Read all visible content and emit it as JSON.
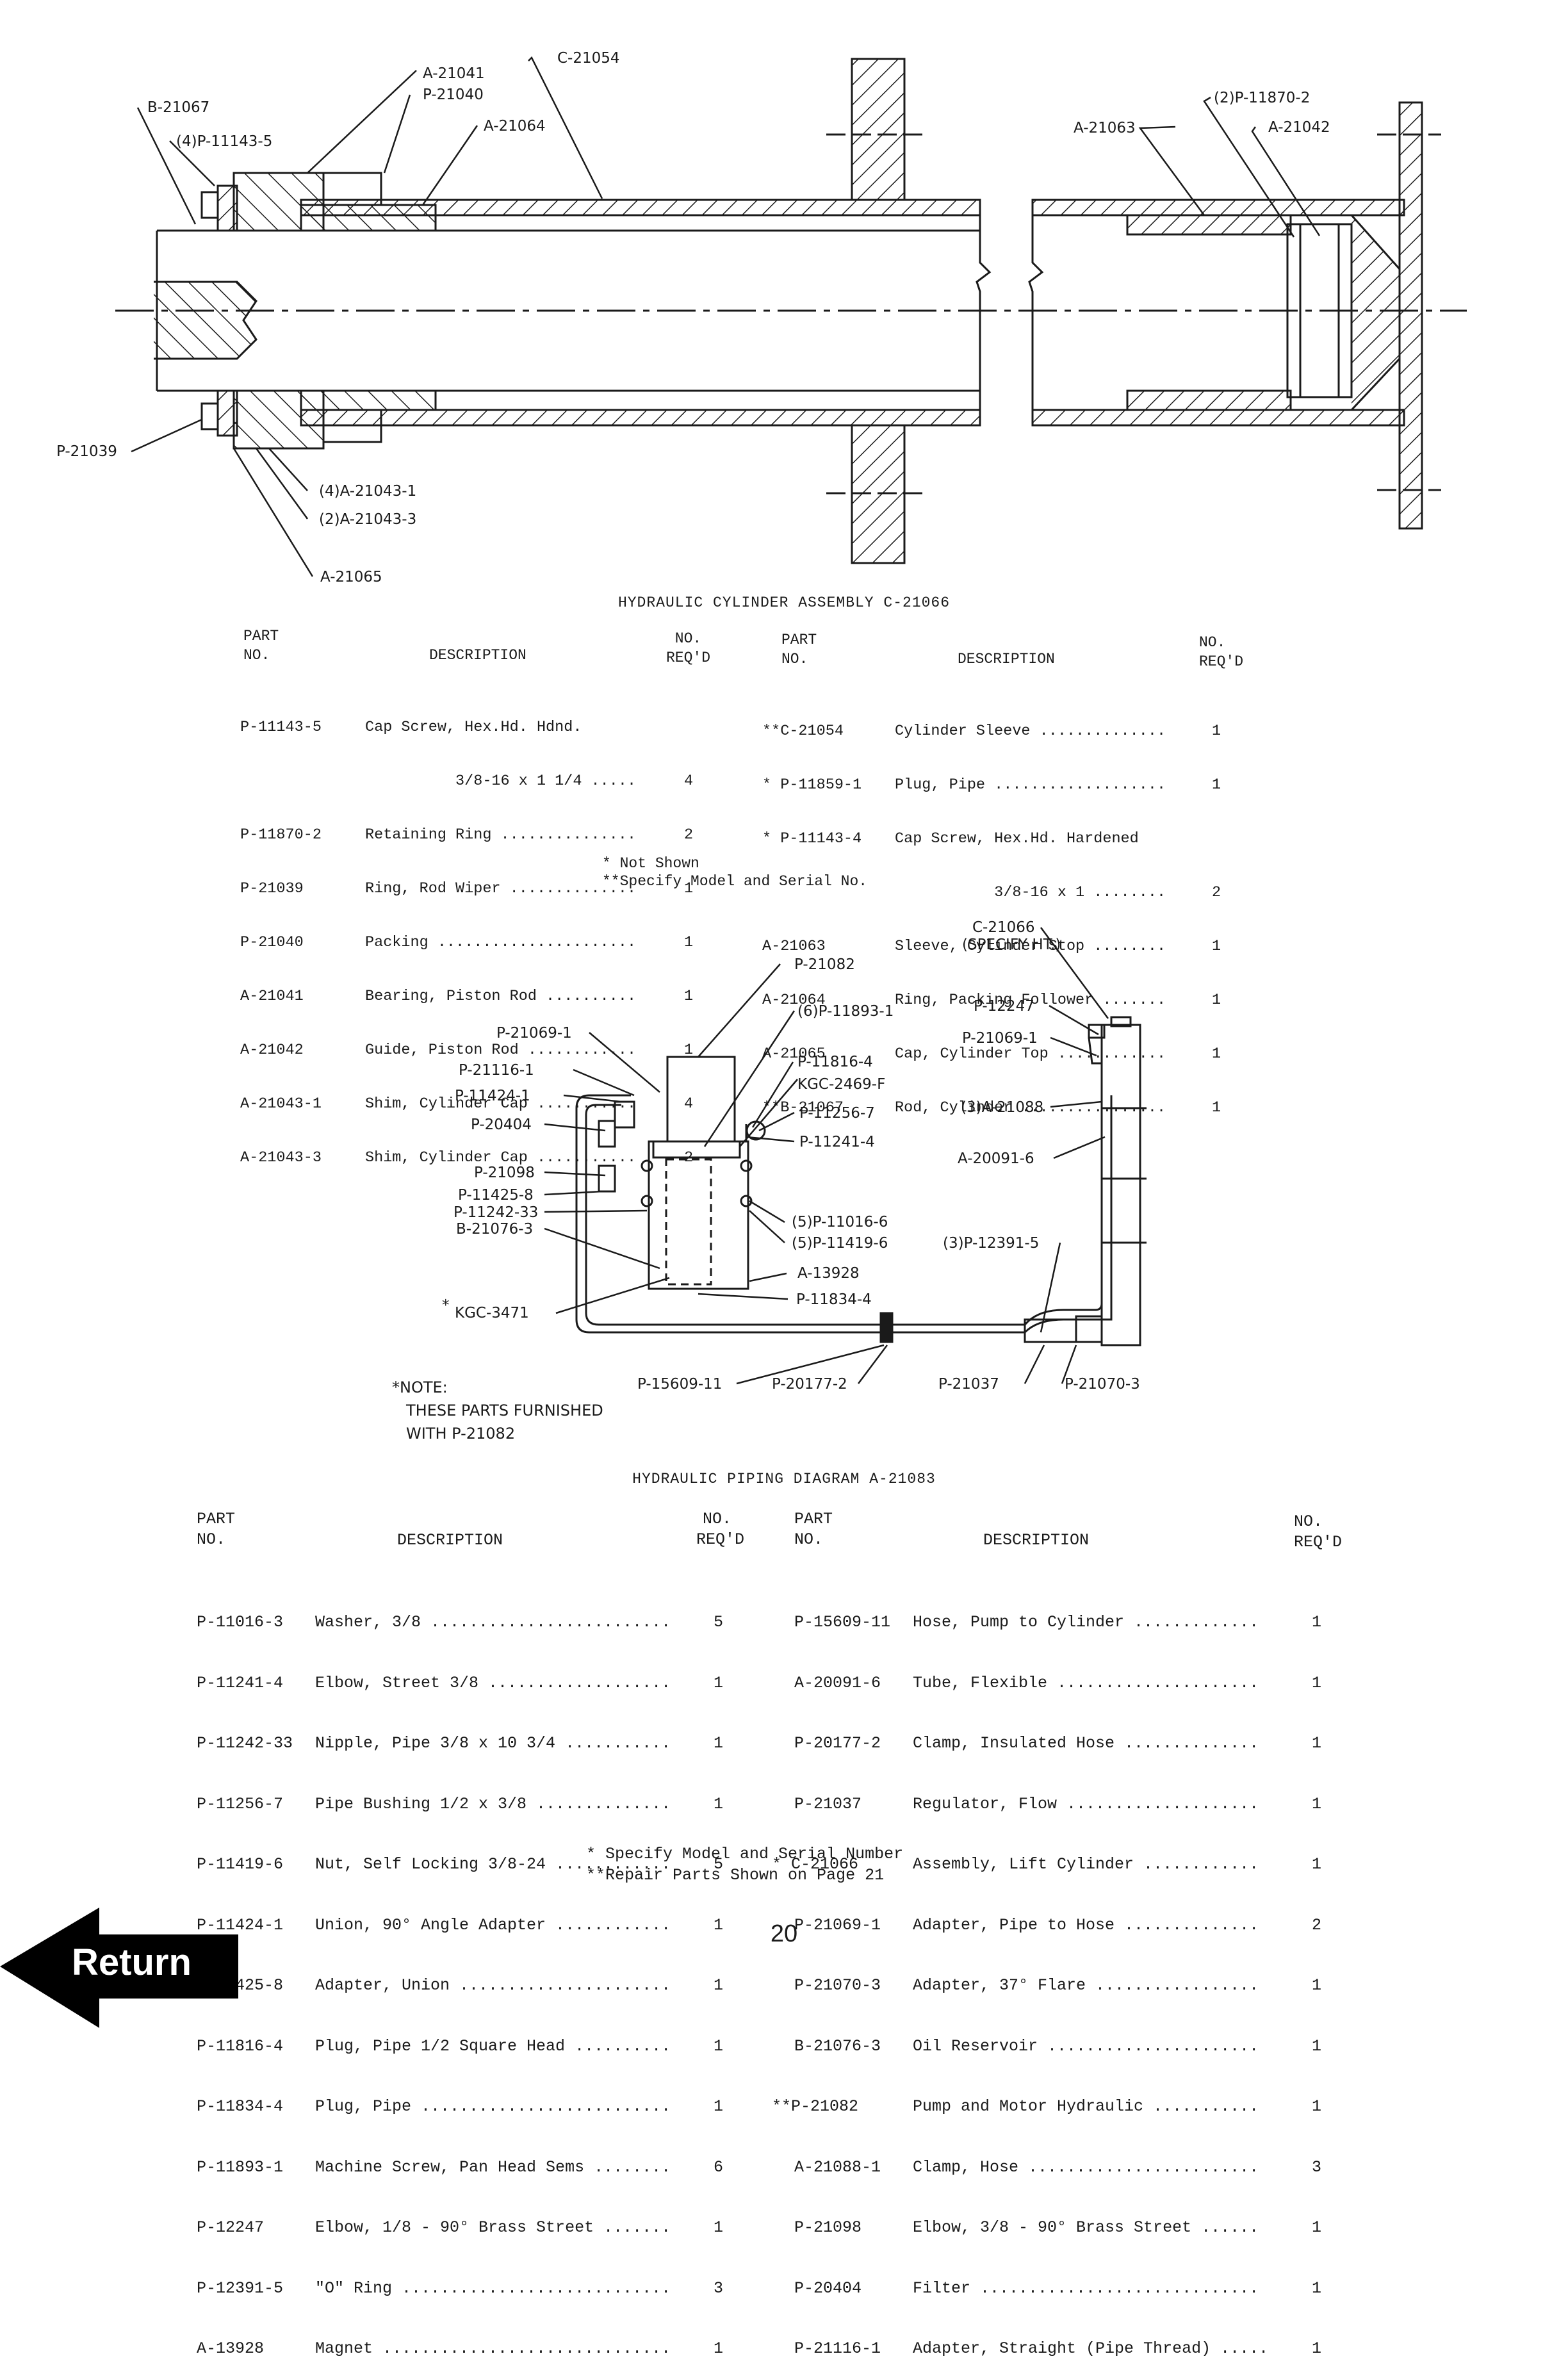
{
  "cylinder": {
    "title": "HYDRAULIC CYLINDER ASSEMBLY C-21066",
    "callouts": {
      "c21054": "C-21054",
      "a21041": "A-21041",
      "p21040": "P-21040",
      "b21067": "B-21067",
      "p11143_5": "(4)P-11143-5",
      "a21064": "A-21064",
      "a21063": "A-21063",
      "p11870_2": "(2)P-11870-2",
      "a21042": "A-21042",
      "p21039": "P-21039",
      "a21043_1": "(4)A-21043-1",
      "a21043_3": "(2)A-21043-3",
      "a21065": "A-21065"
    },
    "headers": {
      "part": "PART",
      "no": "NO.",
      "description": "DESCRIPTION",
      "qty1": "NO.",
      "qty2": "REQ'D"
    },
    "left_rows": [
      [
        "P-11143-5",
        "Cap Screw, Hex.Hd. Hdnd.",
        ""
      ],
      [
        "",
        "          3/8-16 x 1 1/4 .....",
        "4"
      ],
      [
        "P-11870-2",
        "Retaining Ring ...............",
        "2"
      ],
      [
        "P-21039",
        "Ring, Rod Wiper ..............",
        "1"
      ],
      [
        "P-21040",
        "Packing ......................",
        "1"
      ],
      [
        "A-21041",
        "Bearing, Piston Rod ..........",
        "1"
      ],
      [
        "A-21042",
        "Guide, Piston Rod ............",
        "1"
      ],
      [
        "A-21043-1",
        "Shim, Cylinder Cap ...........",
        "4"
      ],
      [
        "A-21043-3",
        "Shim, Cylinder Cap ...........",
        "2"
      ]
    ],
    "right_rows": [
      [
        "**C-21054",
        "Cylinder Sleeve ..............",
        "1"
      ],
      [
        "* P-11859-1",
        "Plug, Pipe ...................",
        "1"
      ],
      [
        "* P-11143-4",
        "Cap Screw, Hex.Hd. Hardened",
        ""
      ],
      [
        "",
        "           3/8-16 x 1 ........",
        "2"
      ],
      [
        "A-21063",
        "Sleeve, Cylinder Stop ........",
        "1"
      ],
      [
        "A-21064",
        "Ring, Packing Follower .......",
        "1"
      ],
      [
        "A-21065",
        "Cap, Cylinder Top ............",
        "1"
      ],
      [
        "**B-21067",
        "Rod, Cylinder ................",
        "1"
      ]
    ],
    "footnotes": [
      "* Not Shown",
      "**Specify Model and Serial No."
    ]
  },
  "piping": {
    "title": "HYDRAULIC PIPING DIAGRAM A-21083",
    "callouts": {
      "c21066": "C-21066",
      "specify_ht": "(SPECIFY HT.)",
      "p21082": "P-21082",
      "p11893_1": "(6)P-11893-1",
      "p21069_1a": "P-21069-1",
      "p12247": "P-12247",
      "p21069_1b": "P-21069-1",
      "p21116_1": "P-21116-1",
      "p11816_4": "P-11816-4",
      "kgc2469": "KGC-2469-F",
      "p11424_1": "P-11424-1",
      "p11256_7": "P-11256-7",
      "a21088": "(3)A-21088",
      "p20404": "P-20404",
      "p11241_4": "P-11241-4",
      "a20091_6": "A-20091-6",
      "p21098": "P-21098",
      "p11425_8": "P-11425-8",
      "p11242_33": "P-11242-33",
      "b21076_3": "B-21076-3",
      "p11016_6": "(5)P-11016-6",
      "p11419_6": "(5)P-11419-6",
      "a13928": "A-13928",
      "p12391_5": "(3)P-12391-5",
      "p11834_4": "P-11834-4",
      "kgc3471": "KGC-3471",
      "p15609_11": "P-15609-11",
      "p20177_2": "P-20177-2",
      "p21037": "P-21037",
      "p21070_3": "P-21070-3"
    },
    "note": [
      "*NOTE:",
      "THESE PARTS FURNISHED",
      "WITH P-21082"
    ],
    "headers": {
      "part": "PART",
      "no": "NO.",
      "description": "DESCRIPTION",
      "qty1": "NO.",
      "qty2": "REQ'D"
    },
    "left_rows": [
      [
        "P-11016-3",
        "Washer, 3/8 .........................",
        "5"
      ],
      [
        "P-11241-4",
        "Elbow, Street 3/8 ...................",
        "1"
      ],
      [
        "P-11242-33",
        "Nipple, Pipe 3/8 x 10 3/4 ...........",
        "1"
      ],
      [
        "P-11256-7",
        "Pipe Bushing 1/2 x 3/8 ..............",
        "1"
      ],
      [
        "P-11419-6",
        "Nut, Self Locking 3/8-24 ............",
        "5"
      ],
      [
        "P-11424-1",
        "Union, 90° Angle Adapter ............",
        "1"
      ],
      [
        "P-11425-8",
        "Adapter, Union ......................",
        "1"
      ],
      [
        "P-11816-4",
        "Plug, Pipe 1/2 Square Head ..........",
        "1"
      ],
      [
        "P-11834-4",
        "Plug, Pipe ..........................",
        "1"
      ],
      [
        "P-11893-1",
        "Machine Screw, Pan Head Sems ........",
        "6"
      ],
      [
        "P-12247",
        "Elbow, 1/8 - 90° Brass Street .......",
        "1"
      ],
      [
        "P-12391-5",
        "\"O\" Ring ............................",
        "3"
      ],
      [
        "A-13928",
        "Magnet ..............................",
        "1"
      ]
    ],
    "right_rows": [
      [
        "P-15609-11",
        "Hose, Pump to Cylinder .............",
        "1"
      ],
      [
        "A-20091-6",
        "Tube, Flexible .....................",
        "1"
      ],
      [
        "P-20177-2",
        "Clamp, Insulated Hose ..............",
        "1"
      ],
      [
        "P-21037",
        "Regulator, Flow ....................",
        "1"
      ],
      [
        "* C-21066",
        "Assembly, Lift Cylinder ............",
        "1"
      ],
      [
        "P-21069-1",
        "Adapter, Pipe to Hose ..............",
        "2"
      ],
      [
        "P-21070-3",
        "Adapter, 37° Flare .................",
        "1"
      ],
      [
        "B-21076-3",
        "Oil Reservoir ......................",
        "1"
      ],
      [
        "**P-21082",
        "Pump and Motor Hydraulic ...........",
        "1"
      ],
      [
        "A-21088-1",
        "Clamp, Hose ........................",
        "3"
      ],
      [
        "P-21098",
        "Elbow, 3/8 - 90° Brass Street ......",
        "1"
      ],
      [
        "P-20404",
        "Filter .............................",
        "1"
      ],
      [
        "P-21116-1",
        "Adapter, Straight (Pipe Thread) .....",
        "1"
      ]
    ],
    "footnotes": [
      "* Specify Model and Serial Number",
      "**Repair Parts Shown on Page 21"
    ]
  },
  "page_number": "20",
  "return_button": "Return"
}
